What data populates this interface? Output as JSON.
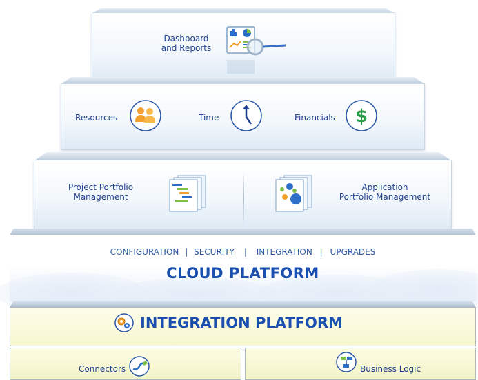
{
  "dashboard": {
    "label_line1": "Dashboard",
    "label_line2": "and Reports"
  },
  "tier2": {
    "resources": "Resources",
    "time": "Time",
    "financials": "Financials"
  },
  "tier3": {
    "ppm_line1": "Project Portfolio",
    "ppm_line2": "Management",
    "apm_line1": "Application",
    "apm_line2": "Portfolio Management"
  },
  "cloud": {
    "services": [
      "CONFIGURATION",
      "SECURITY",
      "INTEGRATION",
      "UPGRADES"
    ],
    "separator": "|",
    "title": "CLOUD PLATFORM"
  },
  "integration": {
    "title": "INTEGRATION PLATFORM",
    "connectors": "Connectors",
    "business_logic": "Business Logic"
  },
  "colors": {
    "label_blue": "#1e3f8f",
    "title_blue": "#1a4fb0",
    "person_orange": "#f2a22c",
    "dollar_green": "#2a9d4a"
  },
  "icons": [
    "dashboard-report-icon",
    "magnifier-icon",
    "people-icon",
    "clock-arrow-icon",
    "dollar-icon",
    "gantt-chart-icon",
    "bubble-chart-icon",
    "gears-icon",
    "connector-plug-icon",
    "flowchart-icon"
  ]
}
